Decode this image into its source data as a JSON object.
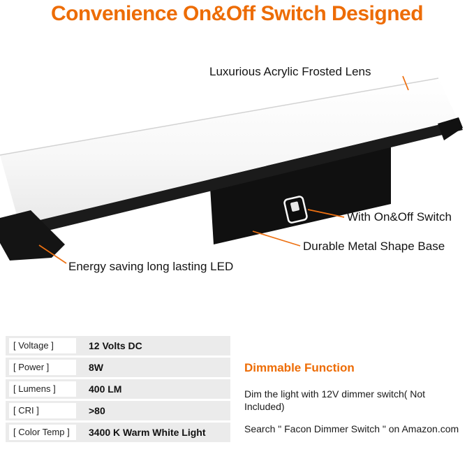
{
  "title": "Convenience On&Off Switch Designed",
  "annotations": {
    "lens": "Luxurious  Acrylic Frosted Lens",
    "switch": "With On&Off Switch",
    "base": "Durable Metal Shape Base",
    "led": "Energy saving long lasting LED"
  },
  "specs": {
    "rows": [
      {
        "label": "[ Voltage ]",
        "value": "12 Volts DC"
      },
      {
        "label": "[ Power ]",
        "value": "8W"
      },
      {
        "label": "[ Lumens ]",
        "value": "400 LM"
      },
      {
        "label": "[ CRI ]",
        "value": ">80"
      },
      {
        "label": "[ Color Temp ]",
        "value": "3400 K Warm White Light"
      }
    ]
  },
  "dimmable": {
    "heading": "Dimmable Function",
    "line1": "Dim the light with 12V dimmer switch( Not Included)",
    "line2": "Search \" Facon Dimmer Switch \" on Amazon.com"
  },
  "colors": {
    "accent": "#ed6c05",
    "leader_line": "#ed7011",
    "table_row": "#ebebeb"
  }
}
